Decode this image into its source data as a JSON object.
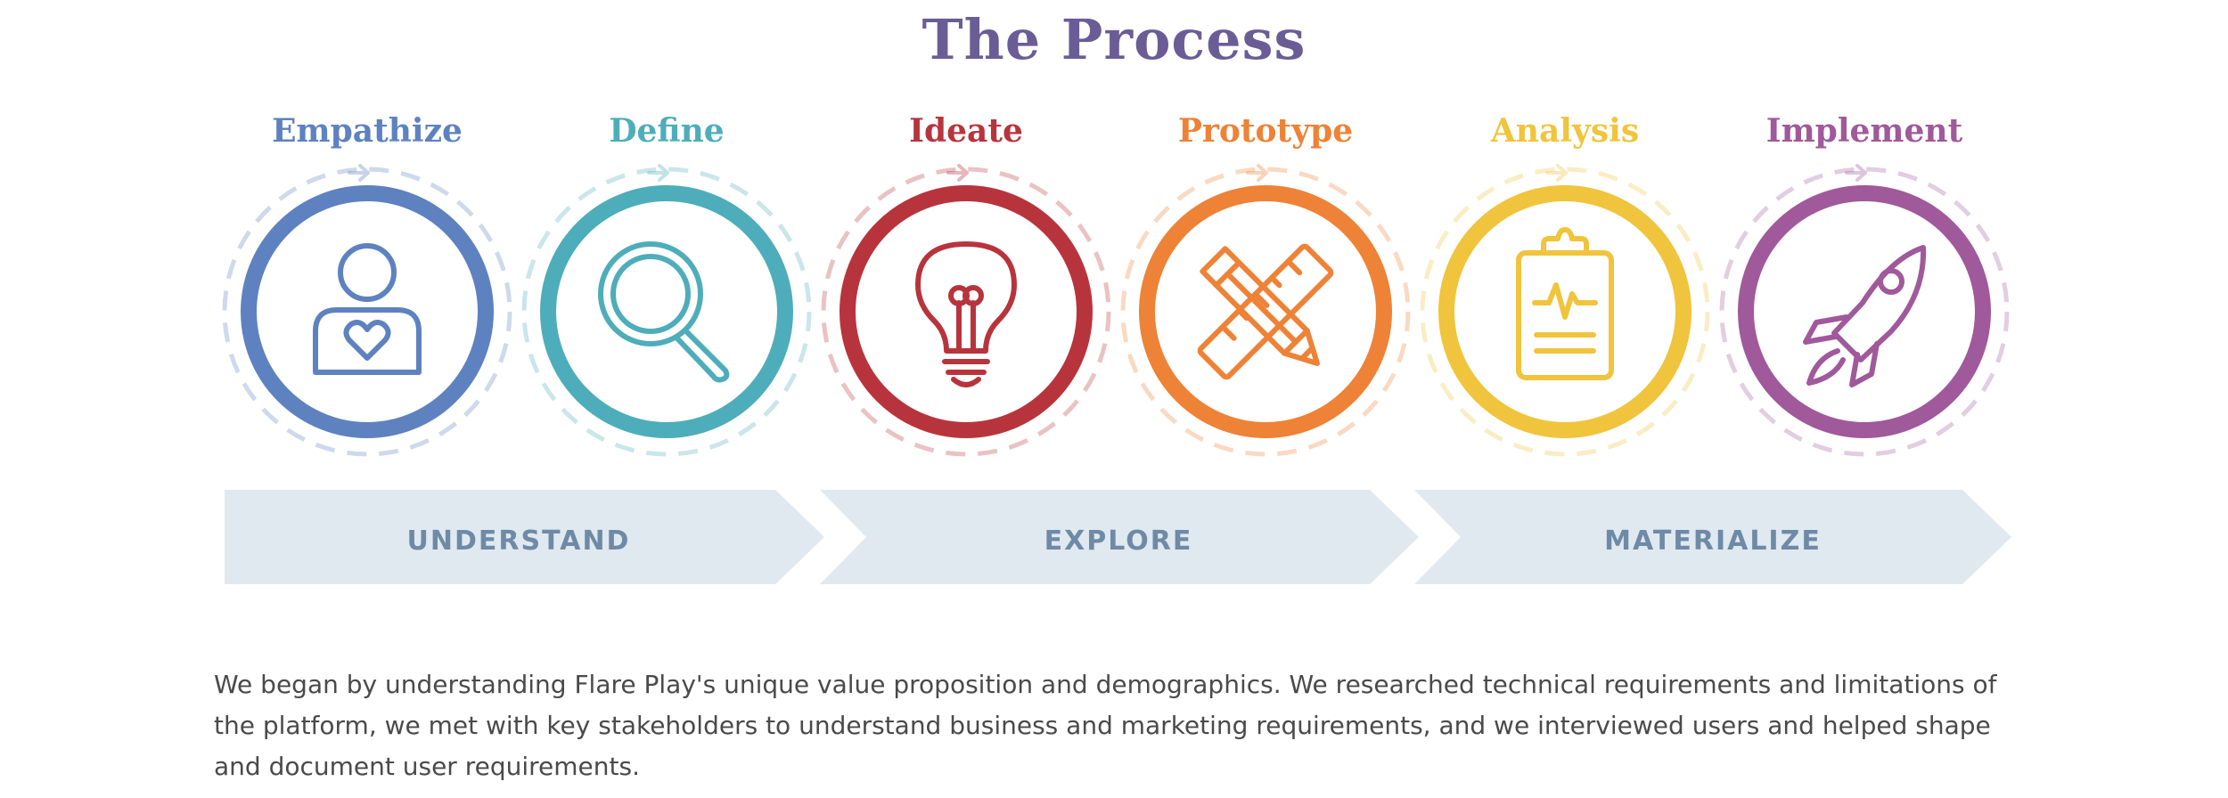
{
  "title": "The Process",
  "steps": [
    {
      "label": "Empathize",
      "color": "#5e82c0",
      "icon": "person-heart-icon"
    },
    {
      "label": "Define",
      "color": "#4eadba",
      "icon": "magnifier-icon"
    },
    {
      "label": "Ideate",
      "color": "#b8343c",
      "icon": "lightbulb-icon"
    },
    {
      "label": "Prototype",
      "color": "#ee8236",
      "icon": "pencil-ruler-icon"
    },
    {
      "label": "Analysis",
      "color": "#f0c43c",
      "icon": "clipboard-chart-icon"
    },
    {
      "label": "Implement",
      "color": "#a0599a",
      "icon": "rocket-icon"
    }
  ],
  "phases": [
    {
      "label": "UNDERSTAND"
    },
    {
      "label": "EXPLORE"
    },
    {
      "label": "MATERIALIZE"
    }
  ],
  "colors": {
    "title": "#6a5d96",
    "phase_bg": "#e0e9f0",
    "phase_text": "#6e8aa6",
    "body_text": "#4a4a4a"
  },
  "description": "We began by understanding Flare Play's unique value proposition and demographics. We researched technical requirements and limitations of the platform, we met with key stakeholders to understand business and marketing requirements, and we interviewed users and helped shape and document user requirements."
}
